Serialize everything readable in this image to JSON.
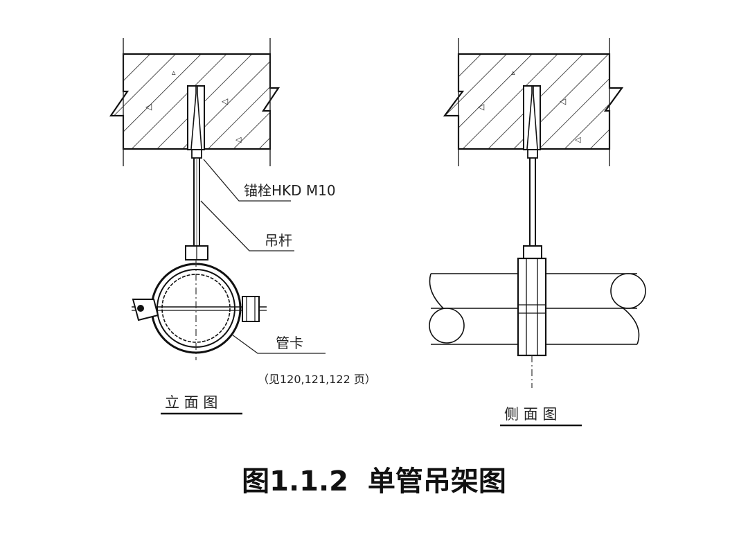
{
  "labels": {
    "anchor": "锚栓HKD M10",
    "rod": "吊杆",
    "clamp": "管卡",
    "clamp_ref": "（见120,121,122 页）",
    "front_view": "立 面 图",
    "side_view": "侧 面 图"
  },
  "caption": "图1.1.2  单管吊架图"
}
